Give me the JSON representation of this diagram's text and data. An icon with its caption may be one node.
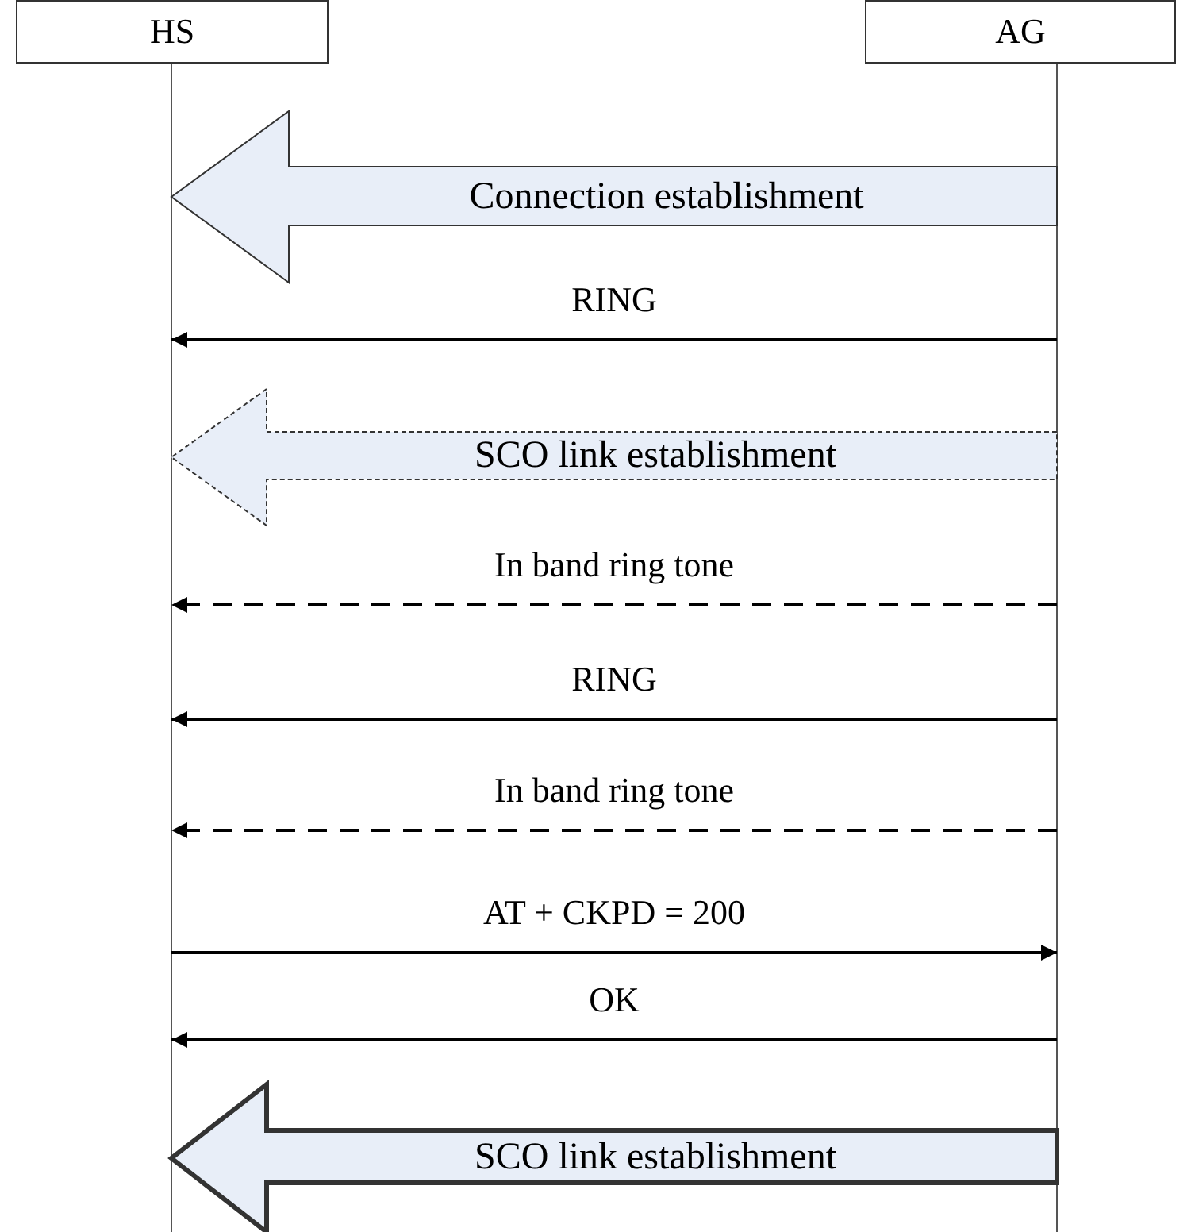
{
  "diagram": {
    "nodes": [
      {
        "text": [
          "HS"
        ]
      },
      {
        "text": [
          "AG"
        ]
      }
    ],
    "edges": [
      {
        "from": 1,
        "to": 0,
        "arrow": "to",
        "label": "Connection establishment"
      },
      {
        "from": 1,
        "to": 0,
        "arrow": "to",
        "label": "RING"
      },
      {
        "from": 1,
        "to": 0,
        "arrow": "to",
        "label": "SCO link establishment",
        "style": "dashed"
      },
      {
        "from": 1,
        "to": 0,
        "arrow": "to",
        "label": "In band ring tone",
        "style": "dashed"
      },
      {
        "from": 1,
        "to": 0,
        "arrow": "to",
        "label": "RING"
      },
      {
        "from": 1,
        "to": 0,
        "arrow": "to",
        "label": "In band ring tone",
        "style": "dashed"
      },
      {
        "from": 0,
        "to": 1,
        "arrow": "to",
        "label": "AT + CKPD = 200"
      },
      {
        "from": 1,
        "to": 0,
        "arrow": "to",
        "label": "OK"
      },
      {
        "from": 1,
        "to": 0,
        "arrow": "to",
        "label": "SCO link establishment",
        "style": "thick"
      }
    ]
  }
}
